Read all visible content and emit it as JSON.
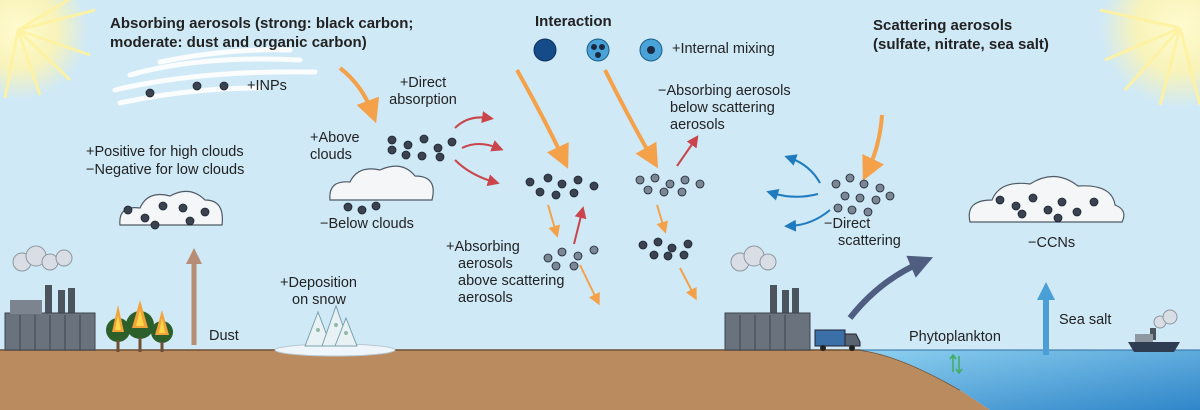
{
  "absorbing_header": {
    "line1": "Absorbing aerosols (strong: black carbon;",
    "line2": "moderate: dust and organic carbon)"
  },
  "interaction_header": "Interaction",
  "scattering_header": {
    "line1": "Scattering aerosols",
    "line2": "(sulfate, nitrate, sea salt)"
  },
  "labels": {
    "inps": "+INPs",
    "direct_absorption_1": "+Direct",
    "direct_absorption_2": "absorption",
    "above_clouds_1": "+Above",
    "above_clouds_2": "clouds",
    "high_clouds": "+Positive for high clouds",
    "low_clouds": "−Negative for low clouds",
    "below_clouds": "−Below clouds",
    "internal_mixing": "+Internal mixing",
    "absorbing_below_1": "−Absorbing aerosols",
    "absorbing_below_2": "below scattering",
    "absorbing_below_3": "aerosols",
    "absorbing_above_1": "+Absorbing",
    "absorbing_above_2": "aerosols",
    "absorbing_above_3": "above scattering",
    "absorbing_above_4": "aerosols",
    "deposition_1": "+Deposition",
    "deposition_2": "on snow",
    "dust": "Dust",
    "direct_scattering_1": "−Direct",
    "direct_scattering_2": "scattering",
    "ccns": "−CCNs",
    "phytoplankton": "Phytoplankton",
    "sea_salt": "Sea salt"
  },
  "colors": {
    "sky": "#cfe9f7",
    "ground": "#b98b5e",
    "sea": "#4aa3d8",
    "sun_arrow": "#f4a14a",
    "absorbing_particle": "#3b4350",
    "scattering_particle": "#7b8794",
    "red_arrow": "#c9454b",
    "blue_arrow": "#1f7bbf",
    "dust_arrow": "#b88d76",
    "sea_salt_arrow": "#4a9fd6",
    "phyto_arrow": "#4f5d80"
  }
}
